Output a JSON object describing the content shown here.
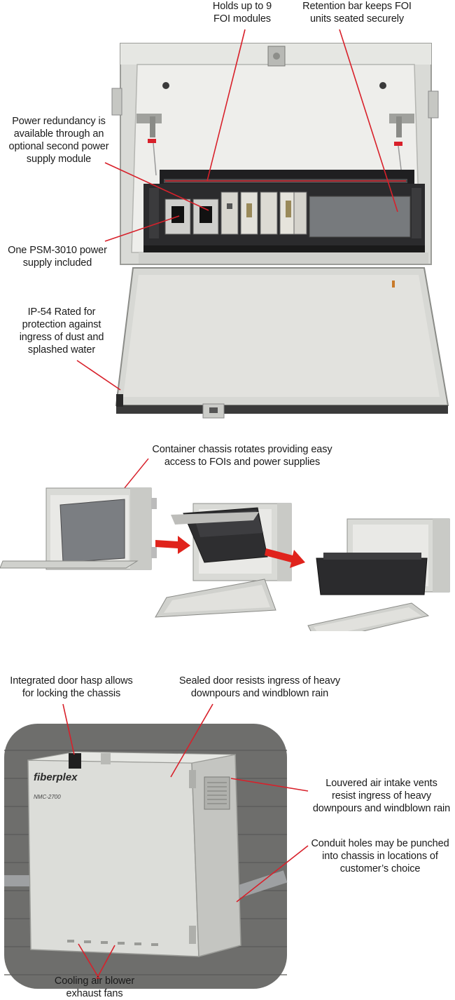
{
  "panel1": {
    "callouts": {
      "holds_modules": "Holds up to 9\nFOI modules",
      "retention_bar": "Retention bar keeps FOI\nunits seated securely",
      "power_redundancy": "Power redundancy is\navailable through an\noptional second power\nsupply module",
      "psm_included": "One PSM-3010 power\nsupply included",
      "ip54": "IP-54 Rated for\nprotection against\ningress of dust and\nsplashed water"
    }
  },
  "panel2": {
    "callouts": {
      "rotates": "Container chassis rotates providing easy\naccess to FOIs and power supplies"
    }
  },
  "panel3": {
    "brand": "fiberplex",
    "model": "NMC-2700",
    "callouts": {
      "door_hasp": "Integrated door hasp allows\nfor locking the chassis",
      "sealed_door": "Sealed door resists ingress of heavy\ndownpours and windblown rain",
      "louvered": "Louvered air intake vents\nresist ingress of heavy\ndownpours and windblown rain",
      "conduit": "Conduit holes may be punched\ninto chassis in locations of\ncustomer’s choice",
      "fans": "Cooling air blower\nexhaust fans"
    }
  },
  "colors": {
    "leader_line": "#d8202a",
    "arrow": "#e0231c",
    "enclosure": "#d9dad6",
    "enclosure_shadow": "#a9aaa6",
    "interior": "#ebebe8",
    "rack": "#2b2b2d",
    "wall": "#6e6e6c"
  }
}
